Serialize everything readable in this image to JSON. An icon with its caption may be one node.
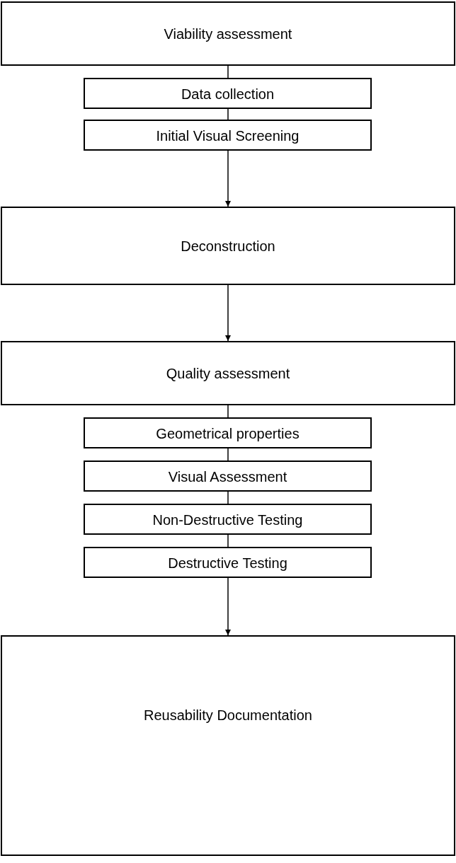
{
  "diagram": {
    "nodes": [
      {
        "text": [
          "Viability assessment"
        ]
      },
      {
        "text": [
          "Data collection"
        ]
      },
      {
        "text": [
          "Initial Visual Screening"
        ]
      },
      {
        "text": [
          "Deconstruction"
        ]
      },
      {
        "text": [
          "Quality assessment"
        ]
      },
      {
        "text": [
          "Geometrical properties"
        ]
      },
      {
        "text": [
          "Visual Assessment"
        ]
      },
      {
        "text": [
          "Non-Destructive Testing"
        ]
      },
      {
        "text": [
          "Destructive Testing"
        ]
      },
      {
        "text": [
          "Reusability Documentation"
        ]
      }
    ],
    "edges": [
      {
        "from": 0,
        "to": 1,
        "arrow": "none"
      },
      {
        "from": 1,
        "to": 2,
        "arrow": "none"
      },
      {
        "from": 2,
        "to": 3,
        "arrow": "to"
      },
      {
        "from": 3,
        "to": 4,
        "arrow": "to"
      },
      {
        "from": 4,
        "to": 5,
        "arrow": "none"
      },
      {
        "from": 5,
        "to": 6,
        "arrow": "none"
      },
      {
        "from": 6,
        "to": 7,
        "arrow": "none"
      },
      {
        "from": 7,
        "to": 8,
        "arrow": "none"
      },
      {
        "from": 8,
        "to": 9,
        "arrow": "to"
      }
    ]
  }
}
